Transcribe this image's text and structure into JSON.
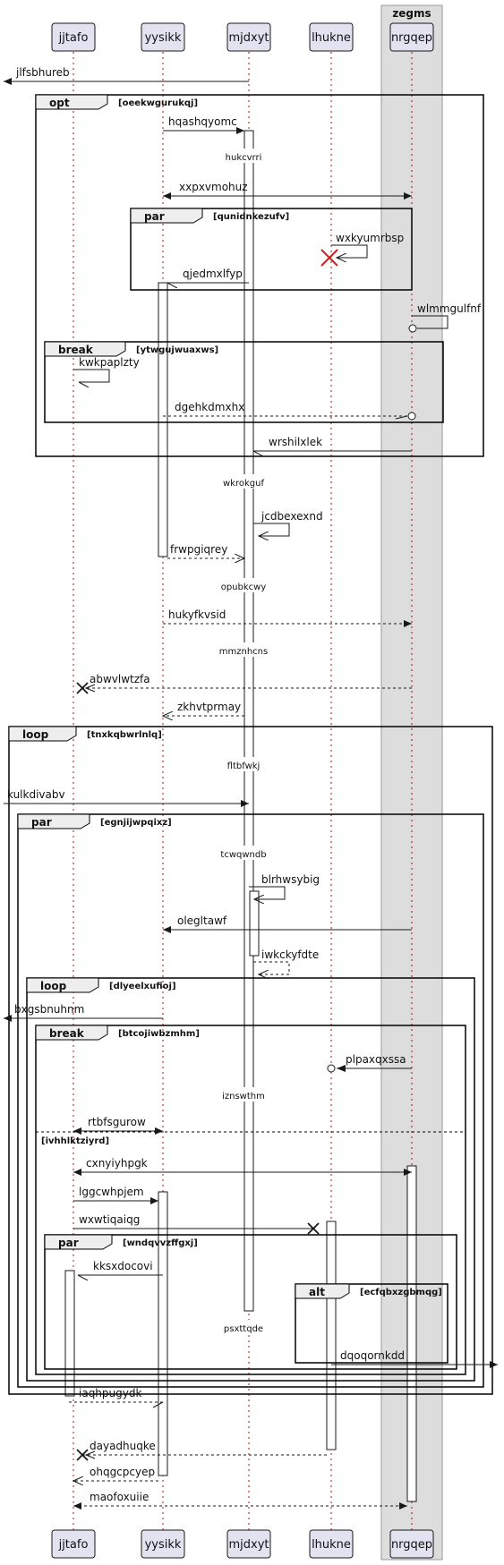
{
  "group": {
    "name": "zegms",
    "fill": "#dddddd",
    "stroke": "#999999"
  },
  "participants": [
    {
      "id": "jjtafo",
      "label": "jjtafo"
    },
    {
      "id": "yysikk",
      "label": "yysikk"
    },
    {
      "id": "mjdxyt",
      "label": "mjdxyt"
    },
    {
      "id": "lhukne",
      "label": "lhukne"
    },
    {
      "id": "nrgqep",
      "label": "nrgqep"
    }
  ],
  "colors": {
    "participant_fill": "#e2e2f0",
    "participant_stroke": "#181818",
    "lifeline": "#b01010",
    "arrow": "#181818",
    "destroy": "#cc2222",
    "activation_fill": "#ffffff"
  },
  "frames": [
    {
      "kind": "opt",
      "guard": "[oeekwgurukqj]"
    },
    {
      "kind": "par",
      "guard": "[qunidnkezufv]"
    },
    {
      "kind": "break",
      "guard": "[ytwgujwuaxws]"
    },
    {
      "kind": "loop",
      "guard": "[tnxkqbwrlnlq]"
    },
    {
      "kind": "par",
      "guard": "[egnjijwpqixz]"
    },
    {
      "kind": "loop",
      "guard": "[dlyeelxufioj]"
    },
    {
      "kind": "break",
      "guard": "[btcojiwbzmhm]"
    },
    {
      "kind": "",
      "guard": "[ivhhlktziyrd]"
    },
    {
      "kind": "par",
      "guard": "[wndqvvzffgxj]"
    },
    {
      "kind": "alt",
      "guard": "[ecfqbxzgbmqg]"
    }
  ],
  "dividers": [
    "hukcvrri",
    "wkrokguf",
    "opubkcwy",
    "mmznhcns",
    "fltbfwkj",
    "tcwqwndb",
    "iznswthm",
    "psxttqde"
  ],
  "messages": [
    "jlfsbhureb",
    "hqashqyomc",
    "xxpxvmohuz",
    "wxkyumrbsp",
    "qjedmxlfyp",
    "wlmmgulfnf",
    "kwkpaplzty",
    "dgehkdmxhx",
    "wrshilxlek",
    "jcdbexexnd",
    "frwpgiqrey",
    "hukyfkvsid",
    "abwvlwtzfa",
    "zkhvtprmay",
    "kulkdivabv",
    "blrhwsybig",
    "olegltawf",
    "iwkckyfdte",
    "bxgsbnuhnm",
    "plpaxqxssa",
    "rtbfsgurow",
    "cxnyiyhpgk",
    "lggcwhpjem",
    "wxwtiqaiqg",
    "kksxdocovi",
    "dqoqornkdd",
    "iaqhpugydk",
    "dayadhuqke",
    "ohqgcpcyep",
    "maofoxuiie"
  ]
}
